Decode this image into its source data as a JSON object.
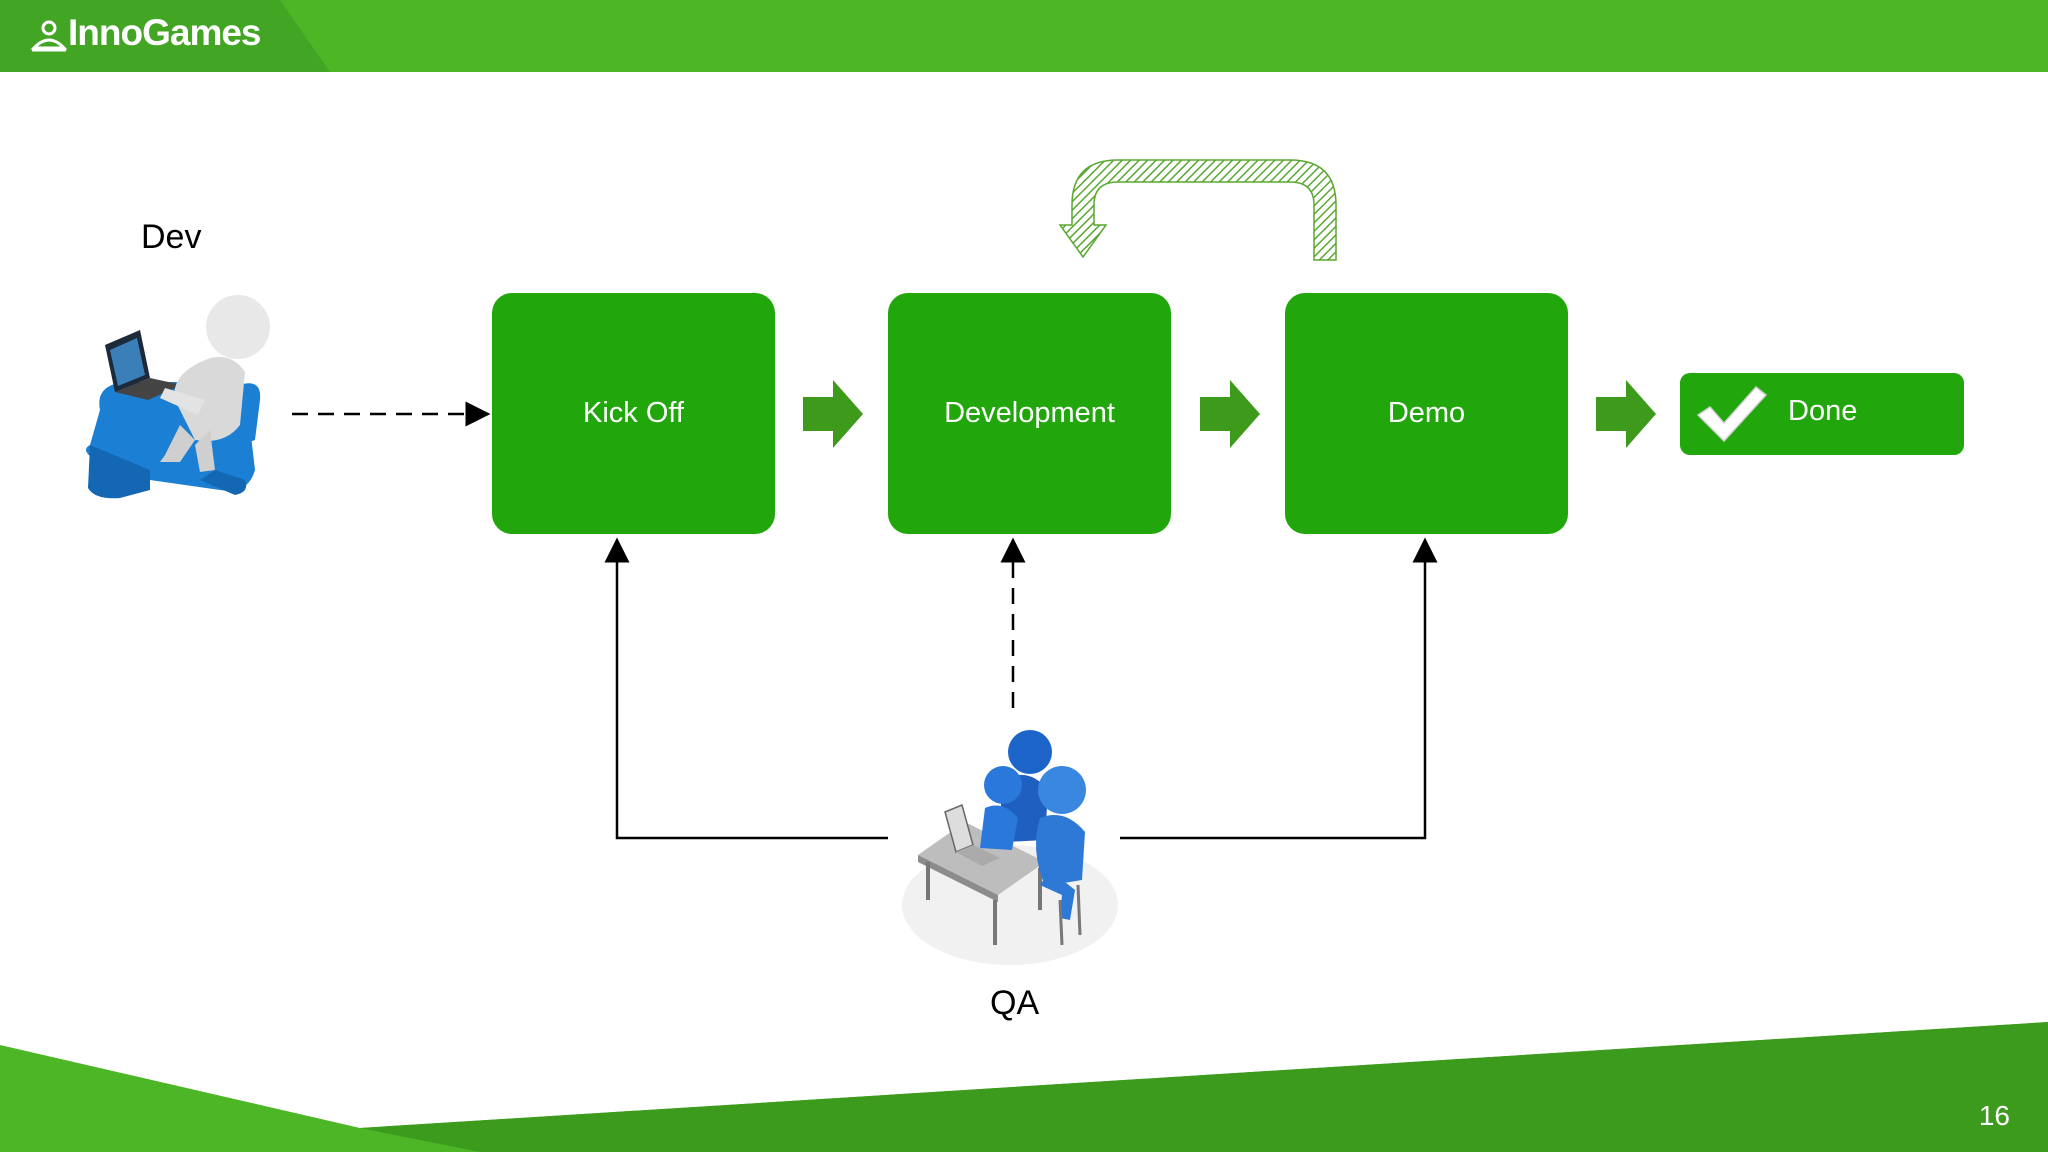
{
  "header": {
    "brand": "InnoGames"
  },
  "actors": {
    "dev_label": "Dev",
    "qa_label": "QA"
  },
  "stages": [
    {
      "label": "Kick Off"
    },
    {
      "label": "Development"
    },
    {
      "label": "Demo"
    }
  ],
  "done": {
    "label": "Done"
  },
  "footer": {
    "page_number": "16"
  },
  "colors": {
    "brand_green": "#4db626",
    "box_green": "#21a70c",
    "arrow_green": "#3d9a1b"
  }
}
